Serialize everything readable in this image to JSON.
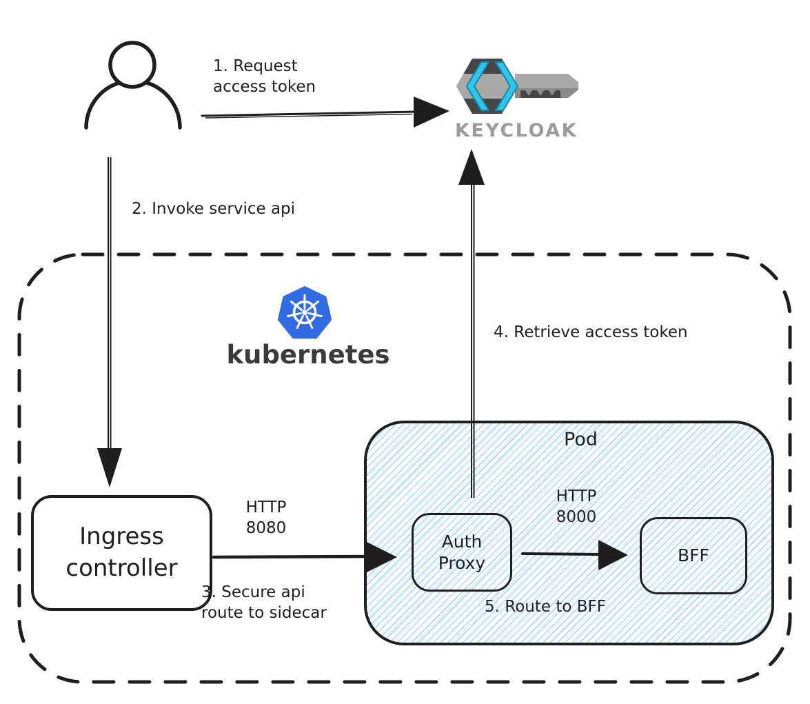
{
  "diagram": {
    "type": "architecture-sketch",
    "colors": {
      "ink": "#1e1e1e",
      "pod_hatch": "#a5d8ff",
      "kubernetes_blue": "#326ce5",
      "keycloak_blue": "#32c3e6",
      "keycloak_dark_gray": "#464646",
      "keycloak_text_gray": "#9b9b9b"
    },
    "nodes": {
      "user": {
        "icon": "person-icon"
      },
      "keycloak": {
        "label": "KEYCLOAK",
        "icon": "keycloak-key-icon"
      },
      "kubernetes_cluster": {
        "logo_label": "kubernetes",
        "icon": "kubernetes-helm-icon",
        "border_style": "dashed"
      },
      "ingress_controller": {
        "label_line1": "Ingress",
        "label_line2": "controller"
      },
      "pod": {
        "label": "Pod",
        "fill": "blue-hatch"
      },
      "auth_proxy": {
        "label_line1": "Auth",
        "label_line2": "Proxy"
      },
      "bff": {
        "label": "BFF"
      }
    },
    "edges": {
      "step1": {
        "from": "user",
        "to": "keycloak",
        "label_line1": "1. Request",
        "label_line2": "access token"
      },
      "step2": {
        "from": "user",
        "to": "ingress_controller",
        "label": "2. Invoke service api"
      },
      "step3": {
        "from": "ingress_controller",
        "to": "auth_proxy",
        "protocol_line1": "HTTP",
        "protocol_line2": "8080",
        "label_line1": "3. Secure api",
        "label_line2": "route to sidecar"
      },
      "step4": {
        "from": "auth_proxy",
        "to": "keycloak",
        "label": "4. Retrieve access token"
      },
      "step5": {
        "from": "auth_proxy",
        "to": "bff",
        "protocol_line1": "HTTP",
        "protocol_line2": "8000",
        "label": "5. Route to BFF"
      }
    }
  }
}
